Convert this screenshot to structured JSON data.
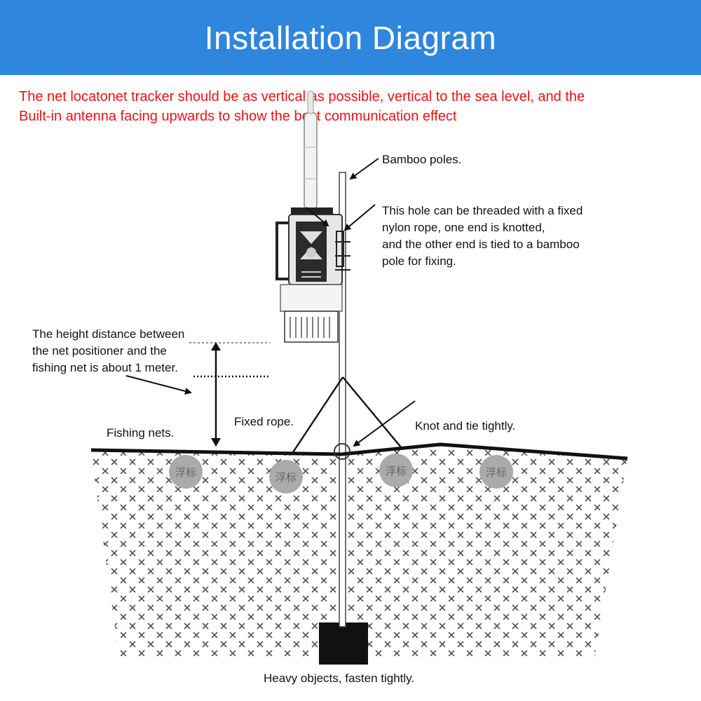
{
  "header": {
    "title": "Installation Diagram",
    "background_color": "#2f86dd"
  },
  "note": {
    "color": "#ee1111",
    "lines": [
      "The net locatonet tracker should be as vertical as possible, vertical to the sea level, and the",
      "Built-in antenna facing upwards to show the best communication effect"
    ]
  },
  "labels": {
    "bamboo_poles": "Bamboo poles.",
    "hole_lines": [
      "This hole can be threaded with a fixed",
      "nylon rope, one end is knotted,",
      "and the other end is tied to a bamboo",
      "pole for fixing."
    ],
    "height_lines": [
      "The height distance between",
      "the net positioner and the",
      "fishing net is about 1 meter."
    ],
    "fixed_rope": "Fixed rope.",
    "fishing_nets": "Fishing nets.",
    "knot": "Knot and tie tightly.",
    "heavy": "Heavy objects, fasten tightly.",
    "buoy_text": "浮标"
  }
}
